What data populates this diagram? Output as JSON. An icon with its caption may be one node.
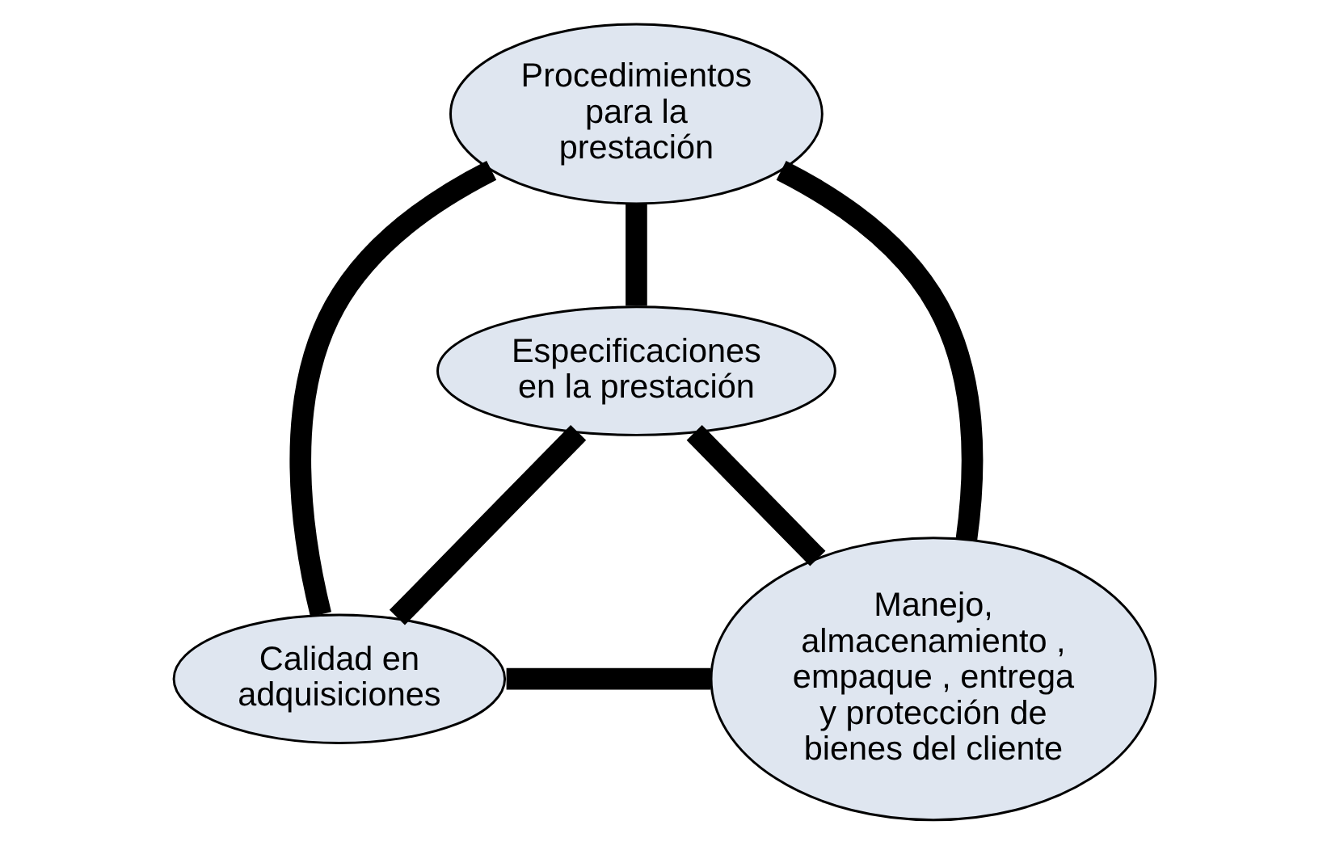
{
  "diagram": {
    "nodes": [
      {
        "text": [
          "Procedimientos para la prestación"
        ]
      },
      {
        "text": [
          "Especificaciones en la prestación"
        ]
      },
      {
        "text": [
          "Calidad en adquisiciones"
        ]
      },
      {
        "text": [
          "Manejo, almacenamiento , empaque , entrega y protección de bienes del cliente"
        ]
      }
    ],
    "edges": [
      {
        "from": 0,
        "to": 1,
        "arrow": "none"
      },
      {
        "from": 0,
        "to": 2,
        "arrow": "none"
      },
      {
        "from": 0,
        "to": 3,
        "arrow": "none"
      },
      {
        "from": 1,
        "to": 2,
        "arrow": "none"
      },
      {
        "from": 1,
        "to": 3,
        "arrow": "none"
      },
      {
        "from": 2,
        "to": 3,
        "arrow": "none"
      }
    ]
  }
}
